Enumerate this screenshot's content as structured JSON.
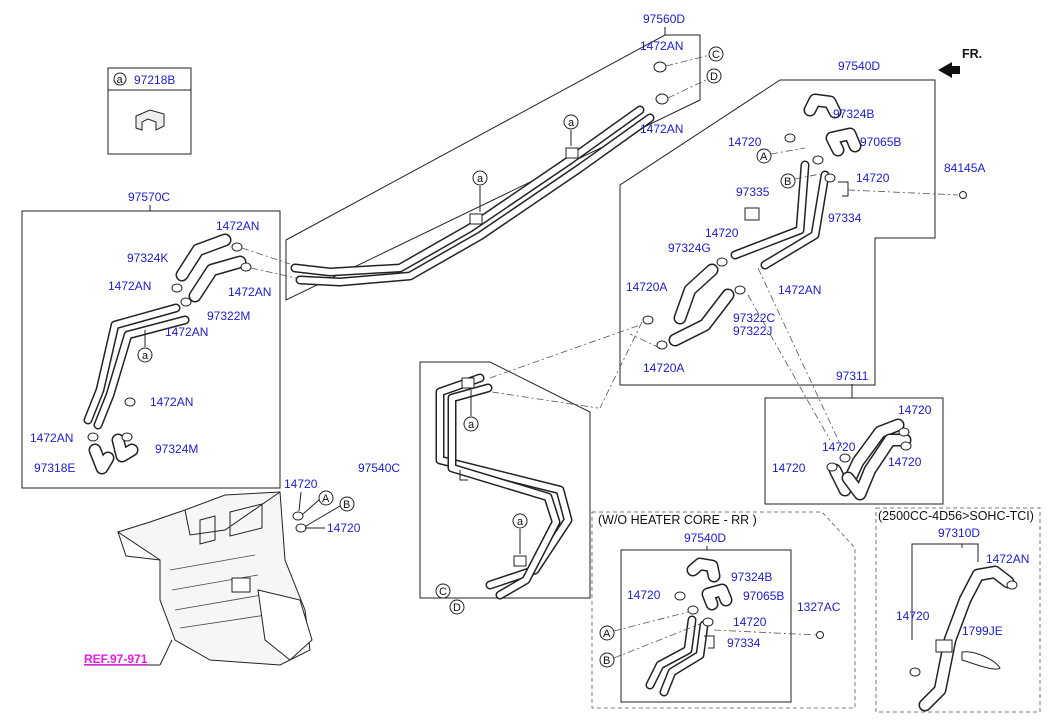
{
  "diagram": {
    "direction_label": "FR.",
    "ref_label": "REF.97-971",
    "legend": {
      "symbol": "a",
      "part": "97218B"
    },
    "groups": {
      "g97560D": "97560D",
      "g97540D": "97540D",
      "g97570C": "97570C",
      "g97540C": "97540C",
      "g97311": "97311",
      "g97540D_sub": "97540D",
      "g97310D": "97310D"
    },
    "notes": {
      "wo_heater": "(W/O HEATER CORE - RR )",
      "engine": "(2500CC-4D56>SOHC-TCI)"
    },
    "callouts": {
      "a": "a",
      "A": "A",
      "B": "B",
      "C": "C",
      "D": "D"
    },
    "labels": {
      "l1472AN_top1": "1472AN",
      "l1472AN_top2": "1472AN",
      "l97324B": "97324B",
      "l97065B": "97065B",
      "l14720_d1": "14720",
      "l14720_d2": "14720",
      "l84145A": "84145A",
      "l97335": "97335",
      "l97334": "97334",
      "l14720_d3": "14720",
      "l97324G": "97324G",
      "l1472AN_d": "1472AN",
      "l14720A_1": "14720A",
      "l97322C": "97322C",
      "l97322J": "97322J",
      "l14720A_2": "14720A",
      "l1472AN_l1": "1472AN",
      "l97324K": "97324K",
      "l1472AN_l2": "1472AN",
      "l1472AN_l3": "1472AN",
      "l97322M": "97322M",
      "l1472AN_l4": "1472AN",
      "l1472AN_l5": "1472AN",
      "l1472AN_l6": "1472AN",
      "l97324M": "97324M",
      "l97318E": "97318E",
      "l14720_h1": "14720",
      "l14720_h2": "14720",
      "l14720_r1": "14720",
      "l14720_r2": "14720",
      "l14720_r3": "14720",
      "l14720_r4": "14720",
      "l97324B_s": "97324B",
      "l97065B_s": "97065B",
      "l14720_s1": "14720",
      "l14720_s2": "14720",
      "l1327AC": "1327AC",
      "l97334_s": "97334",
      "l1472AN_e": "1472AN",
      "l14720_e": "14720",
      "l1799JE": "1799JE"
    }
  }
}
